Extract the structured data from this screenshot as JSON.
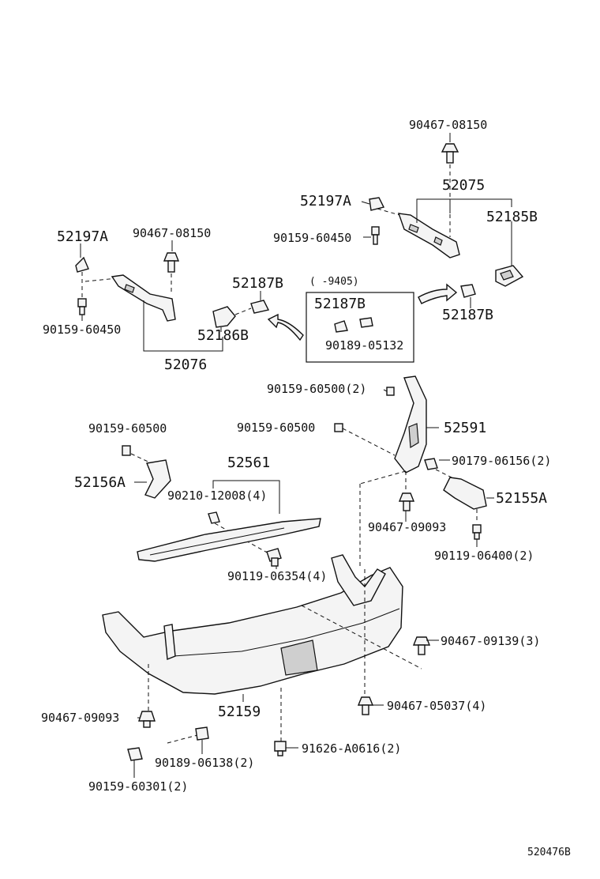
{
  "drawing_code": "520476B",
  "labels": {
    "l_90467_08150_top": "90467-08150",
    "l_52075": "52075",
    "l_52197A_right": "52197A",
    "l_52185B": "52185B",
    "l_90159_60450_right": "90159-60450",
    "l_52197A_left": "52197A",
    "l_90467_08150_left": "90467-08150",
    "l_52187B_mid": "52187B",
    "l_9405": "(      -9405)",
    "l_52187B_box": "52187B",
    "l_52187B_right": "52187B",
    "l_52186B": "52186B",
    "l_90189_05132": "90189-05132",
    "l_90159_60450_left": "90159-60450",
    "l_52076": "52076",
    "l_90159_60500_2": "90159-60500(2)",
    "l_52591": "52591",
    "l_90159_60500_mid": "90159-60500",
    "l_90159_60500_left": "90159-60500",
    "l_52561": "52561",
    "l_90179_06156": "90179-06156(2)",
    "l_52156A": "52156A",
    "l_90210_12008": "90210-12008(4)",
    "l_52155A": "52155A",
    "l_90467_09093_r": "90467-09093",
    "l_90119_06400": "90119-06400(2)",
    "l_90119_06354": "90119-06354(4)",
    "l_90467_09139": "90467-09139(3)",
    "l_52159": "52159",
    "l_90467_09093_l": "90467-09093",
    "l_90467_05037": "90467-05037(4)",
    "l_91626_A0616": "91626-A0616(2)",
    "l_90189_06138": "90189-06138(2)",
    "l_90159_60301": "90159-60301(2)"
  }
}
